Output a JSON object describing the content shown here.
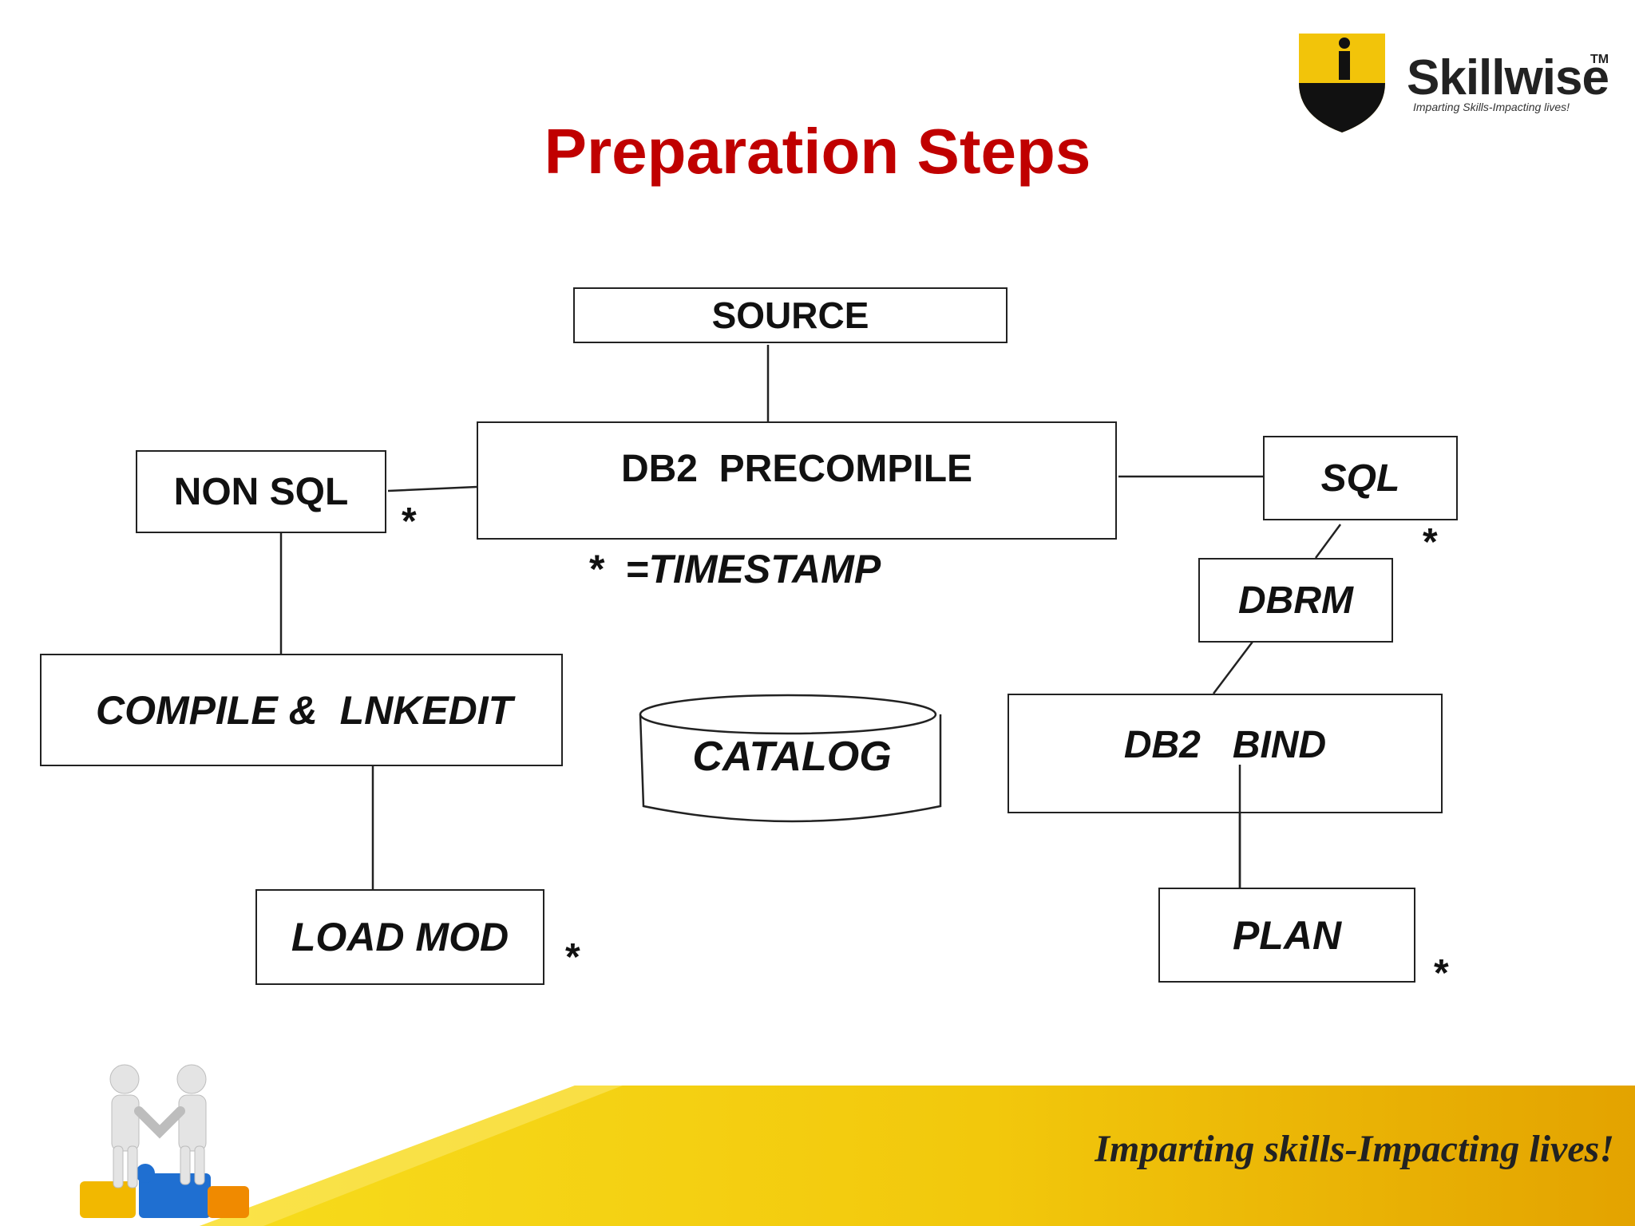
{
  "slide": {
    "title": "Preparation Steps"
  },
  "logo": {
    "name": "Skillwise",
    "trademark": "TM",
    "tagline": "Imparting Skills-Impacting lives!"
  },
  "diagram": {
    "nodes": {
      "source": "SOURCE",
      "precompile": "DB2  PRECOMPILE",
      "non_sql": "NON SQL",
      "sql": "SQL",
      "dbrm": "DBRM",
      "compile_lnkedit": "COMPILE &  LNKEDIT",
      "catalog": "CATALOG",
      "bind": "DB2   BIND",
      "load_mod": "LOAD MOD",
      "plan": "PLAN"
    },
    "marker": "*",
    "legend": "*  =TIMESTAMP"
  },
  "footer": {
    "tagline": "Imparting skills-Impacting lives!"
  },
  "colors": {
    "title": "#c00000",
    "band_yellow": "#f2cc0a",
    "band_orange": "#e6a800"
  }
}
